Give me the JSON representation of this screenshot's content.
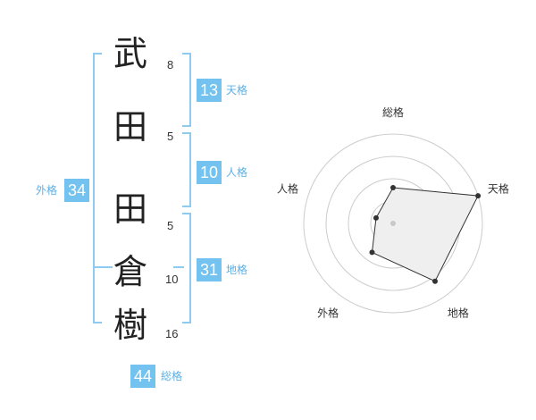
{
  "name_chars": [
    {
      "char": "武",
      "strokes": "8"
    },
    {
      "char": "田",
      "strokes": "5"
    },
    {
      "char": "田",
      "strokes": "5"
    },
    {
      "char": "倉",
      "strokes": "10"
    },
    {
      "char": "樹",
      "strokes": "16"
    }
  ],
  "fortunes": {
    "tenkaku": {
      "label": "天格",
      "value": "13"
    },
    "jinkaku": {
      "label": "人格",
      "value": "10"
    },
    "chikaku": {
      "label": "地格",
      "value": "31"
    },
    "gaikaku": {
      "label": "外格",
      "value": "34"
    },
    "soukaku": {
      "label": "総格",
      "value": "44"
    }
  },
  "radar": {
    "axes": [
      "総格",
      "天格",
      "地格",
      "外格",
      "人格"
    ],
    "values": [
      2,
      5,
      4,
      2,
      1
    ],
    "max": 5,
    "rings": 4,
    "colors": {
      "fill": "#efefef",
      "stroke": "#333333",
      "ring": "#cccccc",
      "center": "#c8c8c8"
    }
  }
}
